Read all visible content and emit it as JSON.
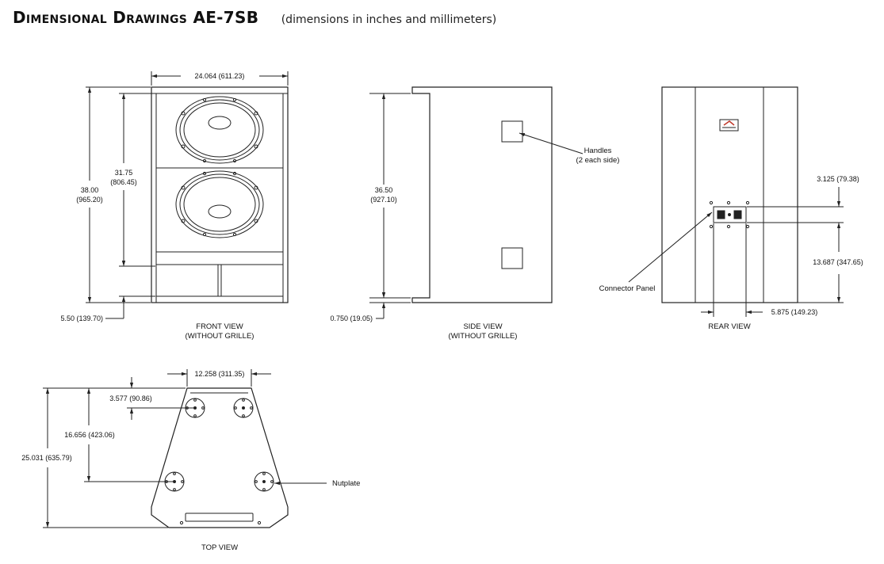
{
  "header": {
    "title": "Dimensional Drawings AE-7SB",
    "subtitle": "(dimensions in inches and millimeters)"
  },
  "front_view": {
    "title_line1": "FRONT VIEW",
    "title_line2": "(WITHOUT GRILLE)",
    "width": "24.064 (611.23)",
    "height_in": "38.00",
    "height_mm": "(965.20)",
    "woofer_in": "31.75",
    "woofer_mm": "(806.45)",
    "base": "5.50 (139.70)"
  },
  "side_view": {
    "title_line1": "SIDE VIEW",
    "title_line2": "(WITHOUT GRILLE)",
    "height_in": "36.50",
    "height_mm": "(927.10)",
    "bottom": "0.750 (19.05)",
    "handles_line1": "Handles",
    "handles_line2": "(2 each side)"
  },
  "rear_view": {
    "title": "REAR VIEW",
    "connector_label": "Connector Panel",
    "panel_height": "3.125 (79.38)",
    "panel_elevation": "13.687 (347.65)",
    "panel_offset": "5.875 (149.23)"
  },
  "top_view": {
    "title": "TOP VIEW",
    "front_width": "12.258 (311.35)",
    "nut_inset": "3.577 (90.86)",
    "nut_span": "16.656 (423.06)",
    "depth": "25.031 (635.79)",
    "nutplate_label": "Nutplate"
  },
  "colors": {
    "line": "#222222",
    "logo_accent": "#c0392b"
  }
}
